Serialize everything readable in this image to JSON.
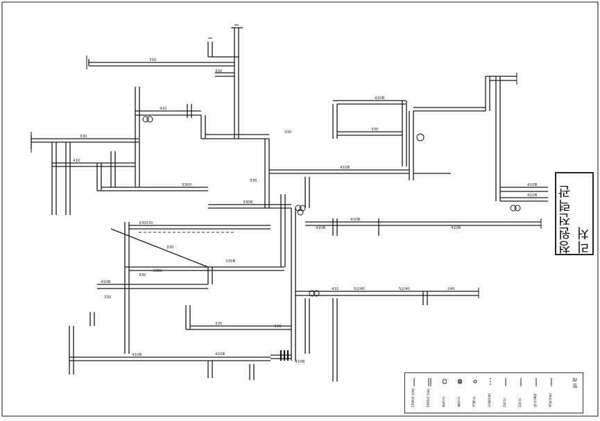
{
  "title": "청원전력관리처",
  "legend": {
    "heading": "범 례",
    "items": [
      {
        "symbol": "line-thin",
        "label": "154kV 선로"
      },
      {
        "symbol": "line-double",
        "label": "345kV 선로"
      },
      {
        "symbol": "circle-open",
        "label": "변전소"
      },
      {
        "symbol": "circle-double",
        "label": "발전소"
      },
      {
        "symbol": "circle-small",
        "label": "개폐소"
      },
      {
        "symbol": "line-dash",
        "label": "지중선로"
      },
      {
        "symbol": "line-thin",
        "label": "2회선"
      },
      {
        "symbol": "line-thin",
        "label": "1회선"
      },
      {
        "symbol": "line-thin",
        "label": "타사설비"
      },
      {
        "symbol": "line-thin",
        "label": "계획선로"
      }
    ]
  },
  "wire_labels": [
    "330",
    "410",
    "330",
    "410B",
    "330",
    "410B",
    "330",
    "410",
    "330",
    "3300",
    "330B",
    "410B",
    "410B",
    "330",
    "330B",
    "410B",
    "410B",
    "410B",
    "330",
    "52/40",
    "52/40",
    "240",
    "330",
    "410B",
    "410B",
    "410",
    "330",
    "330",
    "410B",
    "410B",
    "330",
    "330",
    "3300",
    "330"
  ],
  "colors": {
    "ink": "#161616",
    "paper": "#ffffff"
  }
}
